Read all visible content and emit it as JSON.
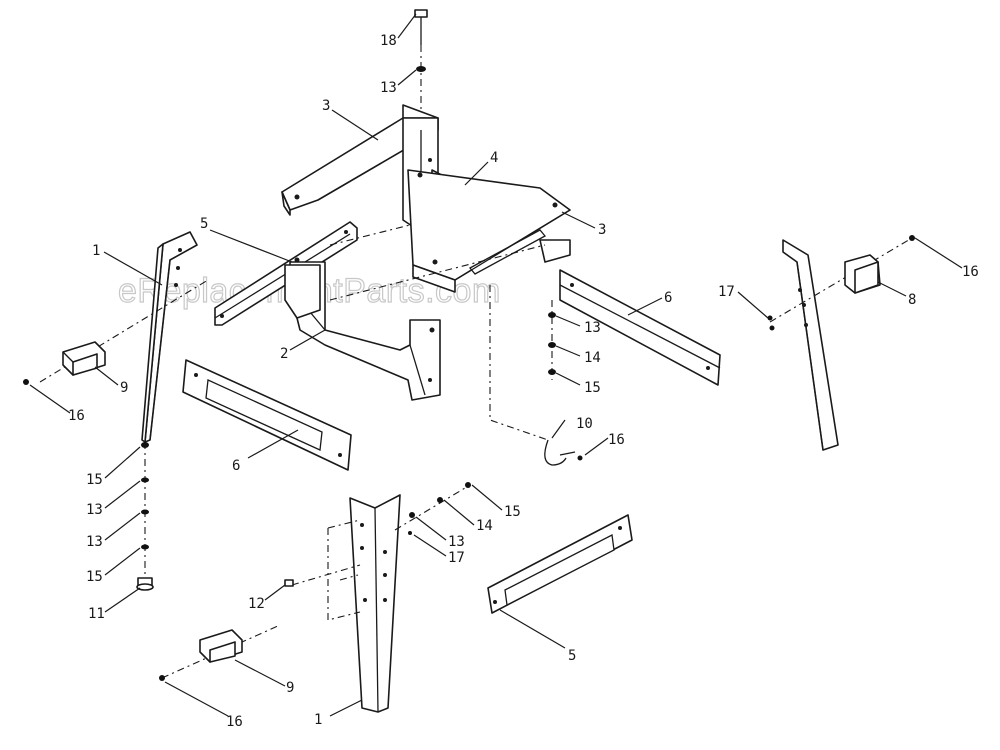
{
  "watermark": "eReplacementParts.com",
  "labels": {
    "l18": "18",
    "l13_top": "13",
    "l3_left": "3",
    "l4": "4",
    "l3_right": "3",
    "l5_top": "5",
    "l1_left": "1",
    "l2": "2",
    "l6_right": "6",
    "l13_right": "13",
    "l14_right": "14",
    "l15_right": "15",
    "l17_right": "17",
    "l8": "8",
    "l16_right": "16",
    "l9_left": "9",
    "l16_left": "16",
    "l6_left": "6",
    "l10": "10",
    "l16_mid": "16",
    "l15_stack_a": "15",
    "l13_stack_a": "13",
    "l13_stack_b": "13",
    "l15_stack_b": "15",
    "l11": "11",
    "l15_front": "15",
    "l14_front": "14",
    "l13_front": "13",
    "l17_front": "17",
    "l12": "12",
    "l5_bottom": "5",
    "l9_bottom": "9",
    "l16_bottom": "16",
    "l1_bottom": "1"
  }
}
